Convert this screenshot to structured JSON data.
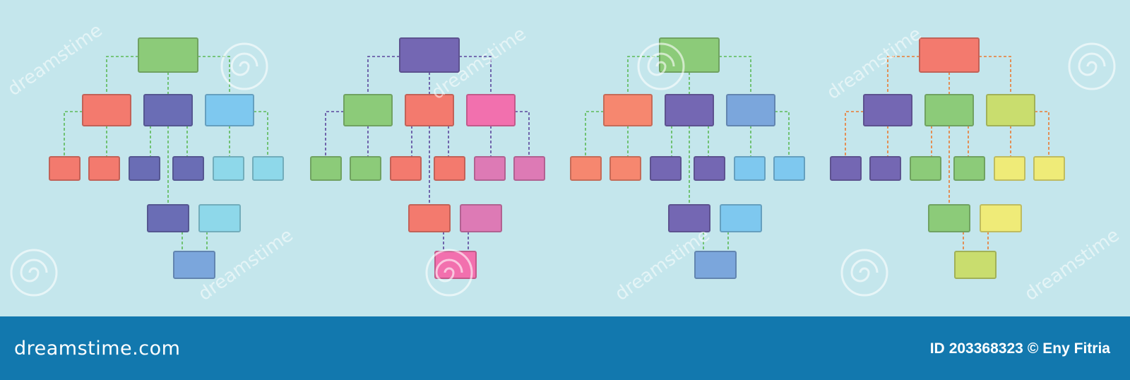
{
  "footer": {
    "brand": "dreamstime.com",
    "id_label": "ID",
    "id_value": "203368323",
    "copyright": "©",
    "author": "Eny Fitria"
  },
  "watermark": {
    "text": "dreamstime"
  },
  "colors": {
    "background": "#c4e6ec",
    "footer": "#1278ae",
    "green": "#8ccb79",
    "red": "#f37a6e",
    "navy": "#6a6db5",
    "sky": "#7ec8ef",
    "light_cyan": "#8ed8ea",
    "steel_blue": "#7ba6dc",
    "purple": "#7467b3",
    "pink": "#f270ae",
    "mauve": "#dd7ab5",
    "salmon": "#f6876f",
    "lime": "#c9dd6e",
    "yellow": "#efeb78"
  },
  "diagrams": [
    {
      "line_color": "green",
      "root": "green",
      "level2": [
        "red",
        "navy",
        "sky"
      ],
      "level3": [
        "red",
        "red",
        "navy",
        "navy",
        "light_cyan",
        "light_cyan"
      ],
      "level4": [
        "navy",
        "light_cyan"
      ],
      "level5": [
        "steel_blue"
      ]
    },
    {
      "line_color": "purple",
      "root": "purple",
      "level2": [
        "green",
        "red",
        "pink"
      ],
      "level3": [
        "green",
        "green",
        "red",
        "red",
        "mauve",
        "mauve"
      ],
      "level4": [
        "red",
        "mauve"
      ],
      "level5": [
        "pink"
      ]
    },
    {
      "line_color": "green",
      "root": "green",
      "level2": [
        "salmon",
        "purple",
        "steel_blue"
      ],
      "level3": [
        "salmon",
        "salmon",
        "purple",
        "purple",
        "sky",
        "sky"
      ],
      "level4": [
        "purple",
        "sky"
      ],
      "level5": [
        "steel_blue"
      ]
    },
    {
      "line_color": "orange",
      "root": "red",
      "level2": [
        "purple",
        "green",
        "lime"
      ],
      "level3": [
        "purple",
        "purple",
        "green",
        "green",
        "yellow",
        "yellow"
      ],
      "level4": [
        "green",
        "yellow"
      ],
      "level5": [
        "lime"
      ]
    }
  ]
}
